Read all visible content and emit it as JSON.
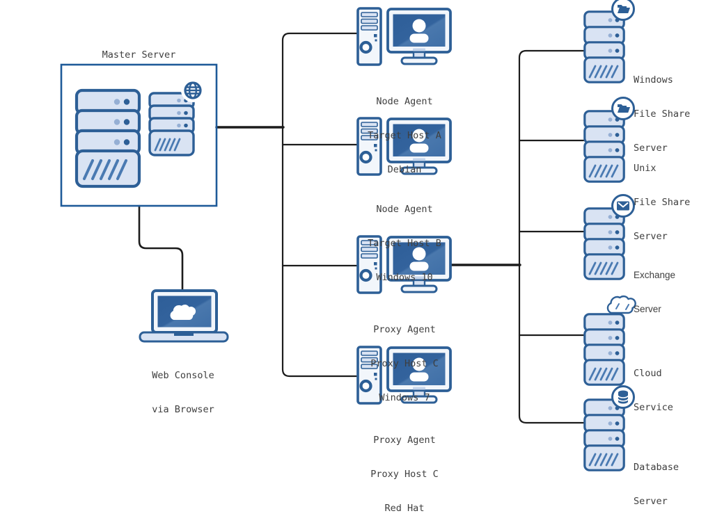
{
  "master": {
    "label": "Master Server"
  },
  "console": {
    "lines": [
      "Web Console",
      "via Browser"
    ]
  },
  "agents": [
    {
      "lines": [
        "Node Agent",
        "Target Host A",
        "Debian"
      ]
    },
    {
      "lines": [
        "Node Agent",
        "Target Host B",
        "Windows 10"
      ]
    },
    {
      "lines": [
        "Proxy Agent",
        "Proxy Host C",
        "Windows 7"
      ]
    },
    {
      "lines": [
        "Proxy Agent",
        "Proxy Host C",
        "Red Hat"
      ]
    }
  ],
  "servers": [
    {
      "lines": [
        "Windows",
        "File Share",
        "Server"
      ],
      "badge": "folder-icon"
    },
    {
      "lines": [
        "Unix",
        "File Share",
        "Server"
      ],
      "badge": "folder-icon"
    },
    {
      "lines": [
        "Exchange",
        "Server"
      ],
      "badge": "envelope-icon"
    },
    {
      "lines": [
        "Cloud",
        "Service"
      ],
      "badge": "cloud-icon"
    },
    {
      "lines": [
        "Database",
        "Server"
      ],
      "badge": "database-icon"
    }
  ],
  "icons": {
    "master_large": "server-rack-icon",
    "master_small": "server-rack-globe-icon",
    "agent_host": "desktop-tower-icon",
    "agent_screen": "monitor-user-icon",
    "console_device": "laptop-cloud-icon"
  },
  "colors": {
    "icon_stroke": "#2d5f96",
    "box_border": "#1e5a99",
    "body_fill": "#f2f6fb",
    "slot_fill": "#d9e3f3",
    "hatch": "#4a7ab2",
    "dot_light": "#95afd4",
    "dot_dark": "#2d5f96",
    "screen_blue": "#30609a",
    "screen_highlight": "#4a78ad",
    "wire": "#1c1c1c",
    "text": "#3e3e3e"
  }
}
